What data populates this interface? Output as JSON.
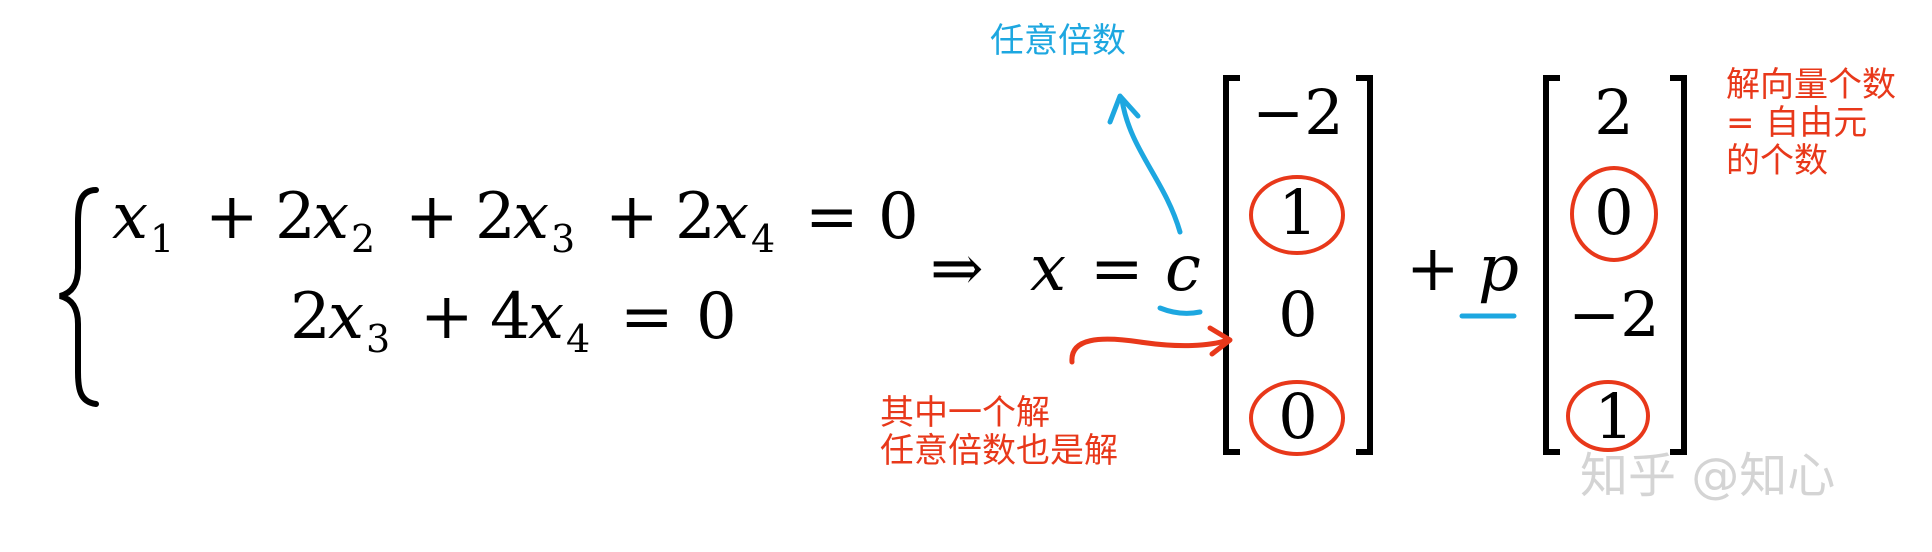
{
  "system": {
    "eq1": {
      "t1": "x",
      "t1_sub": "1",
      "op1": "+",
      "t2_coef": "2",
      "t2": "x",
      "t2_sub": "2",
      "op2": "+",
      "t3_coef": "2",
      "t3": "x",
      "t3_sub": "3",
      "op3": "+",
      "t4_coef": "2",
      "t4": "x",
      "t4_sub": "4",
      "eq": "=",
      "rhs": "0"
    },
    "eq2": {
      "t1_coef": "2",
      "t1": "x",
      "t1_sub": "3",
      "op1": "+",
      "t2_coef": "4",
      "t2": "x",
      "t2_sub": "4",
      "eq": "=",
      "rhs": "0"
    }
  },
  "solution": {
    "implies": "⇒",
    "var": "x",
    "eq": "=",
    "c": "c",
    "vector1": [
      "−2",
      "1",
      "0",
      "0"
    ],
    "plus": "+",
    "p": "p",
    "vector2": [
      "2",
      "0",
      "−2",
      "1"
    ]
  },
  "annotations": {
    "blue_note": "任意倍数",
    "red_note_lines": [
      "其中一个解",
      "任意倍数也是解"
    ],
    "right_note_lines": [
      "解向量个数",
      "= 自由元",
      "的个数"
    ]
  },
  "watermark": "知乎 @知心",
  "colors": {
    "blue": "#1da7e0",
    "red": "#e8381a",
    "ink": "#000000",
    "watermark": "#d4d4d4"
  }
}
